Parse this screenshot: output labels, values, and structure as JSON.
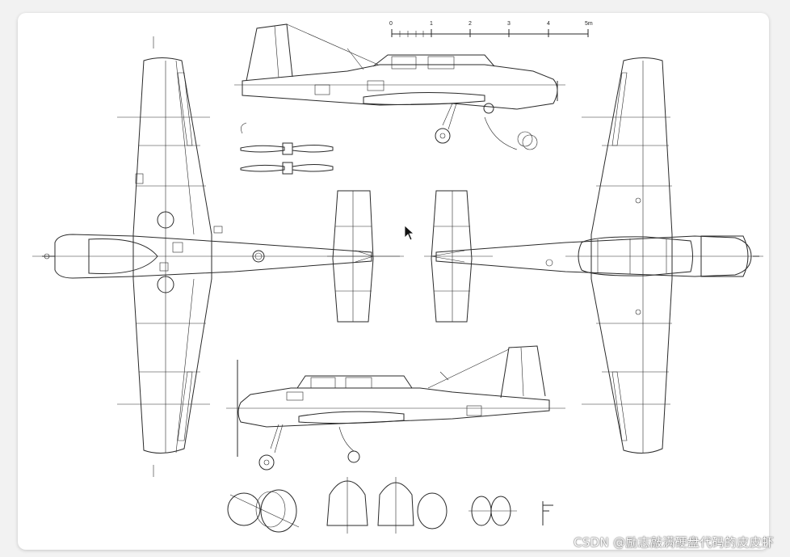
{
  "scale_bar": {
    "ticks": [
      "0",
      "1",
      "2",
      "3",
      "4",
      "5m"
    ]
  },
  "watermark": "CSDN @励志敲满硬盘代码的皮皮虾",
  "views": {
    "top_view": "plan-view-left",
    "bottom_view": "plan-view-right",
    "side_view_upper": "side-view-facing-right",
    "side_view_lower": "side-view-facing-left",
    "front_tail_views": "tailplane-front-views",
    "propeller_views": "propeller-details",
    "sections": "fuselage-cross-sections"
  },
  "colors": {
    "line": "#2a2a2a",
    "paper": "#ffffff",
    "background": "#f2f2f2"
  },
  "icons": {
    "cursor": "arrow-cursor-icon"
  }
}
